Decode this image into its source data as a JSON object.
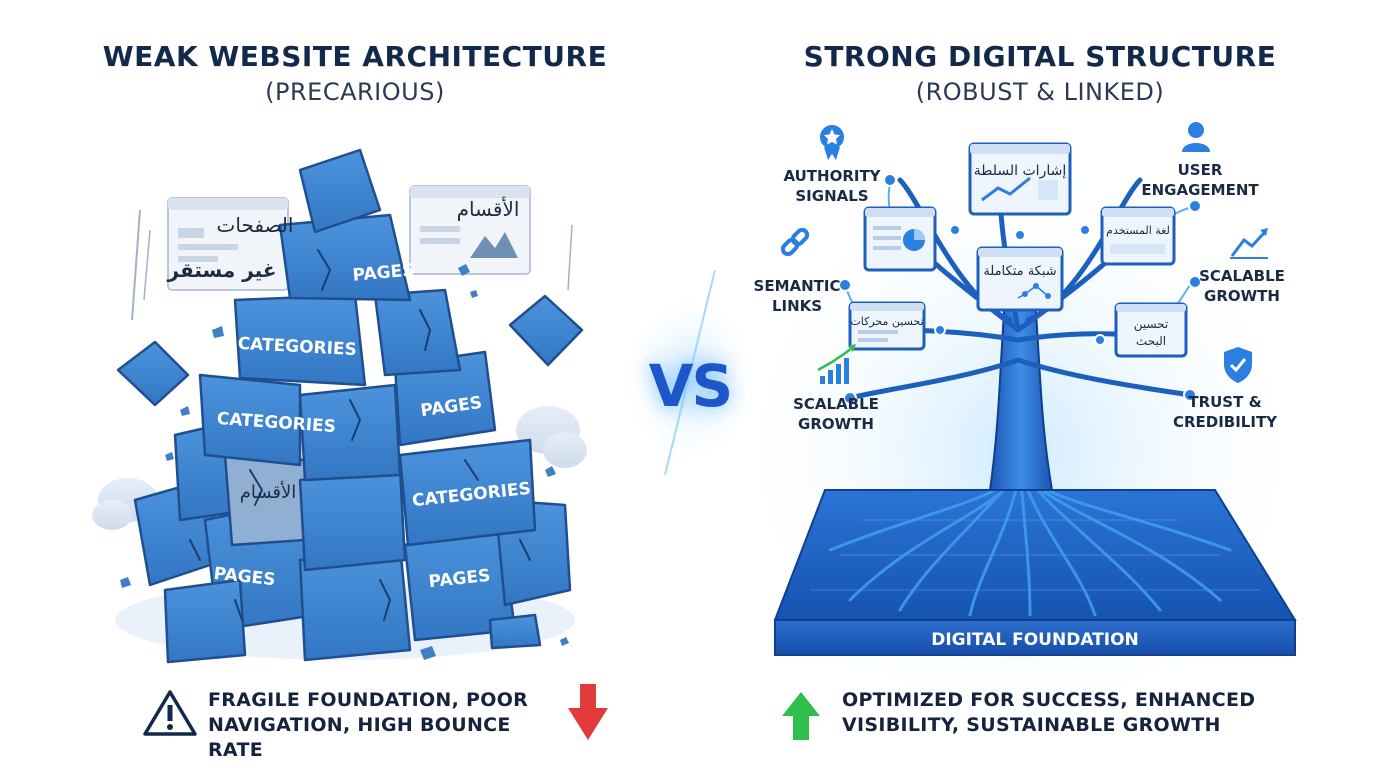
{
  "left": {
    "title": "WEAK WEBSITE ARCHITECTURE",
    "subtitle": "(PRECARIOUS)",
    "panel1_line1": "الصفحات",
    "panel1_line2": "غير مستقر",
    "panel2": "الأقسام",
    "panel3": "الأقسام",
    "blocks": {
      "pages": "PAGES",
      "categories": "CATEGORIES"
    },
    "bottom_line1": "FRAGILE FOUNDATION, POOR",
    "bottom_line2": "NAVIGATION, HIGH BOUNCE RATE"
  },
  "vs": "VS",
  "right": {
    "title": "STRONG DIGITAL STRUCTURE",
    "subtitle": "(ROBUST & LINKED)",
    "labels": {
      "authority_1": "AUTHORITY",
      "authority_2": "SIGNALS",
      "user_1": "USER",
      "user_2": "ENGAGEMENT",
      "semantic_1": "SEMANTIC",
      "semantic_2": "LINKS",
      "scalable_r_1": "SCALABLE",
      "scalable_r_2": "GROWTH",
      "scalable_l_1": "SCALABLE",
      "scalable_l_2": "GROWTH",
      "trust_1": "TRUST &",
      "trust_2": "CREDIBILITY"
    },
    "screens": {
      "top": "إشارات السلطة",
      "right_upper": "لغة المستخدم",
      "center": "شبكة متكاملة",
      "left_lower": "تحسين محركات",
      "right_lower_1": "تحسين",
      "right_lower_2": "البحث"
    },
    "foundation": "DIGITAL FOUNDATION",
    "bottom_line1": "OPTIMIZED FOR SUCCESS, ENHANCED",
    "bottom_line2": "VISIBILITY, SUSTAINABLE GROWTH"
  },
  "colors": {
    "block_blue": "#3f86d1",
    "tree_blue": "#1a62c4",
    "warn_red": "#e23b3b",
    "ok_green": "#2fbf4c",
    "title_navy": "#13294b"
  }
}
